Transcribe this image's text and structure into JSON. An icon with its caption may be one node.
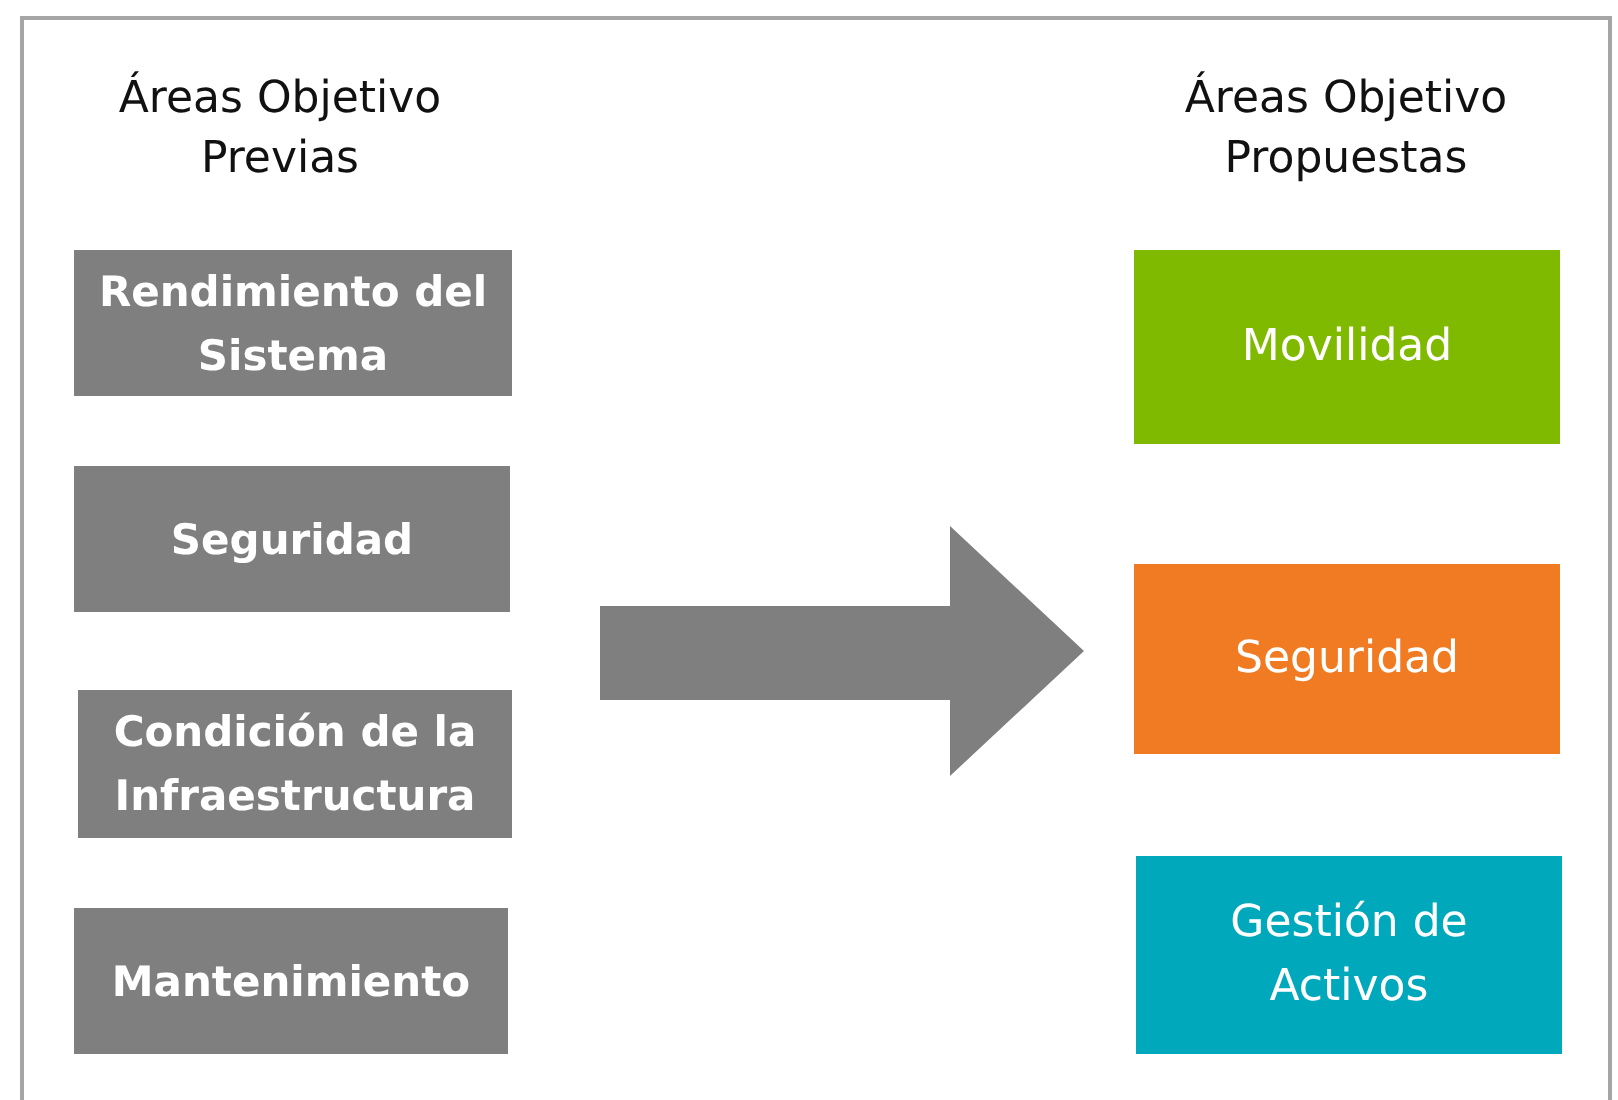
{
  "diagram": {
    "nodes": [
      {
        "text": [
          "Rendimiento del Sistema"
        ]
      },
      {
        "text": [
          "Seguridad"
        ]
      },
      {
        "text": [
          "Condición de la Infraestructura"
        ]
      },
      {
        "text": [
          "Mantenimiento"
        ]
      },
      {
        "text": [
          "Movilidad"
        ]
      },
      {
        "text": [
          "Seguridad"
        ]
      },
      {
        "text": [
          "Gestión de Activos"
        ]
      }
    ],
    "edges": [],
    "labels": [
      "Áreas Objetivo Previas",
      "Áreas Objetivo Propuestas"
    ]
  }
}
